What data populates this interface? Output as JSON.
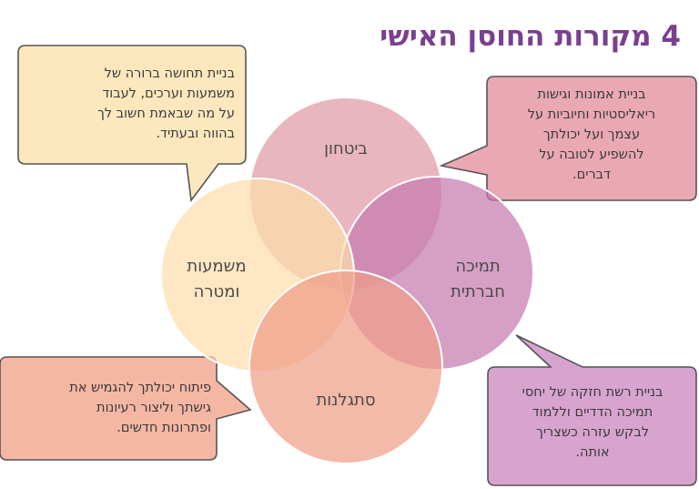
{
  "title": "4 מקורות החוסן האישי",
  "circles": {
    "top": {
      "label": "ביטחון",
      "color": "#e3a1ad"
    },
    "right": {
      "line1": "תמיכה",
      "line2": "חברתית",
      "color": "#c67ab0"
    },
    "bottom": {
      "label": "סתגלנות",
      "color": "#ef9e88"
    },
    "left": {
      "line1": "משמעות",
      "line2": "ומטרה",
      "color": "#fddeaa"
    }
  },
  "callouts": {
    "top_left": {
      "lines": [
        "בניית תחושה ברורה של",
        "משמעות וערכים, לעבוד",
        "על מה שבאמת חשוב לך",
        "בהווה ובעתיד."
      ],
      "fill": "#fde8be"
    },
    "top_right": {
      "lines": [
        "בניית אמונות וגישות",
        "ריאליסטיות וחיוביות על",
        "עצמך ועל יכולתך",
        "להשפיע לטובה על",
        "דברים."
      ],
      "fill": "#e9a8b3"
    },
    "bottom_left": {
      "lines": [
        "פיתוח יכולתך להגמיש את",
        "גישתך וליצור רעיונות",
        "ופתרונות חדשים."
      ],
      "fill": "#f4b7a4"
    },
    "bottom_right": {
      "lines": [
        "בניית רשת חזקה של יחסי",
        "תמיכה הדדיים וללמוד",
        "לבקש עזרה כשצריך",
        "אותה."
      ],
      "fill": "#d7a4cf"
    }
  },
  "colors": {
    "title": "#7b3f8f",
    "callout_border": "#555555",
    "circle_border": "#ffffff"
  }
}
